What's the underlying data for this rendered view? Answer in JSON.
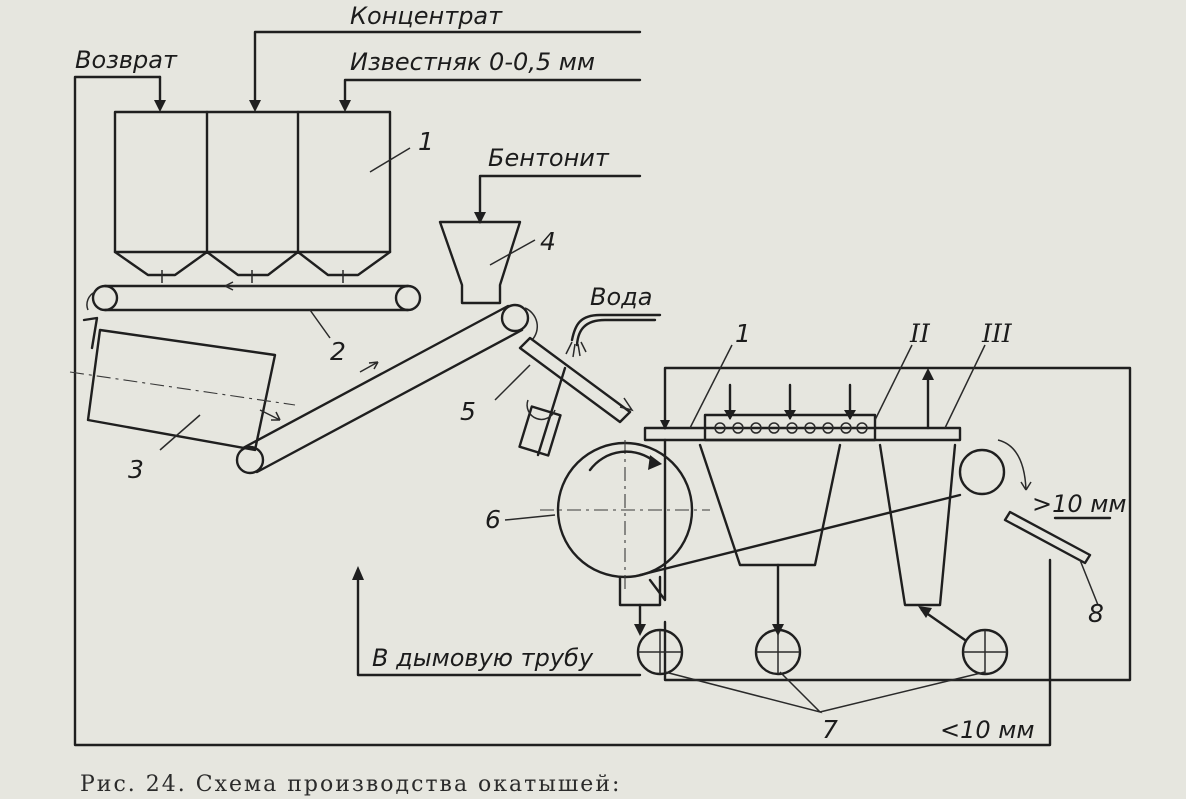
{
  "labels": {
    "concentrate": "Концентрат",
    "limestone": "Известняк 0-0,5 мм",
    "return": "Возврат",
    "bentonite": "Бентонит",
    "water": "Вода",
    "chimney": "В дымовую трубу",
    "over10": ">10 мм",
    "under10": "<10 мм"
  },
  "numbers": {
    "bins": "1",
    "conveyor": "2",
    "drum": "3",
    "bentonite_hopper": "4",
    "pelletizer": "5",
    "fan": "6",
    "cyclones": "7",
    "screen": "8",
    "machine_zone_1": "1",
    "machine_zone_2": "II",
    "machine_zone_3": "III"
  },
  "caption": "Рис. 24. Схема производства окатышей:"
}
